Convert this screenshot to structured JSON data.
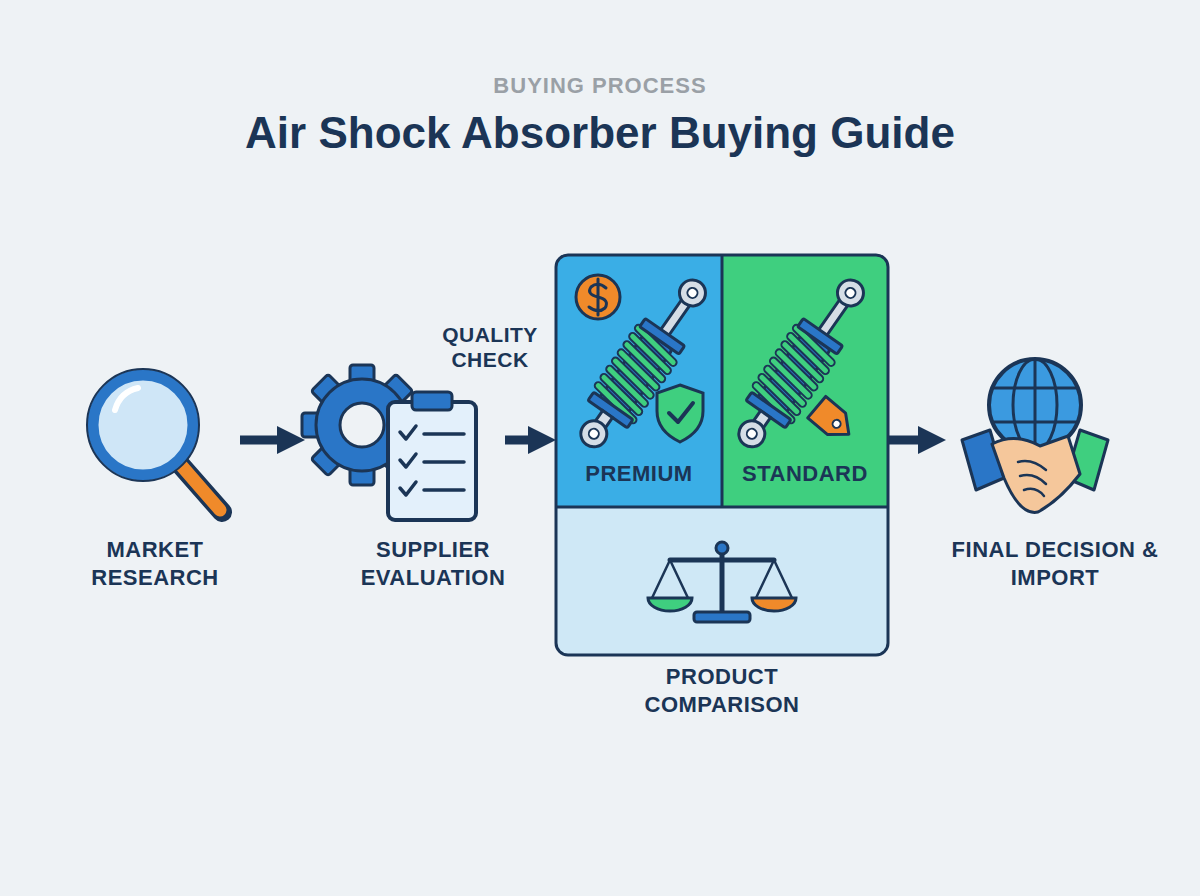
{
  "diagram": {
    "title": "Air Shock Absorber Buying Guide",
    "nodes": [
      {
        "text": [
          "MARKET RESEARCH"
        ]
      },
      {
        "text": [
          "SUPPLIER EVALUATION"
        ]
      },
      {
        "text": [
          "PRODUCT COMPARISON"
        ]
      },
      {
        "text": [
          "PREMIUM"
        ],
        "in": 2
      },
      {
        "text": [
          "STANDARD"
        ],
        "in": 2
      },
      {
        "text": [
          "FINAL DECISION & IMPORT"
        ]
      }
    ],
    "edges": [
      {
        "from": 0,
        "to": 1,
        "arrow": "to"
      },
      {
        "from": 1,
        "to": 2,
        "arrow": "to",
        "label": "QUALITY CHECK"
      },
      {
        "from": 2,
        "to": 5,
        "arrow": "to"
      }
    ],
    "labels": [
      "BUYING PROCESS"
    ]
  }
}
